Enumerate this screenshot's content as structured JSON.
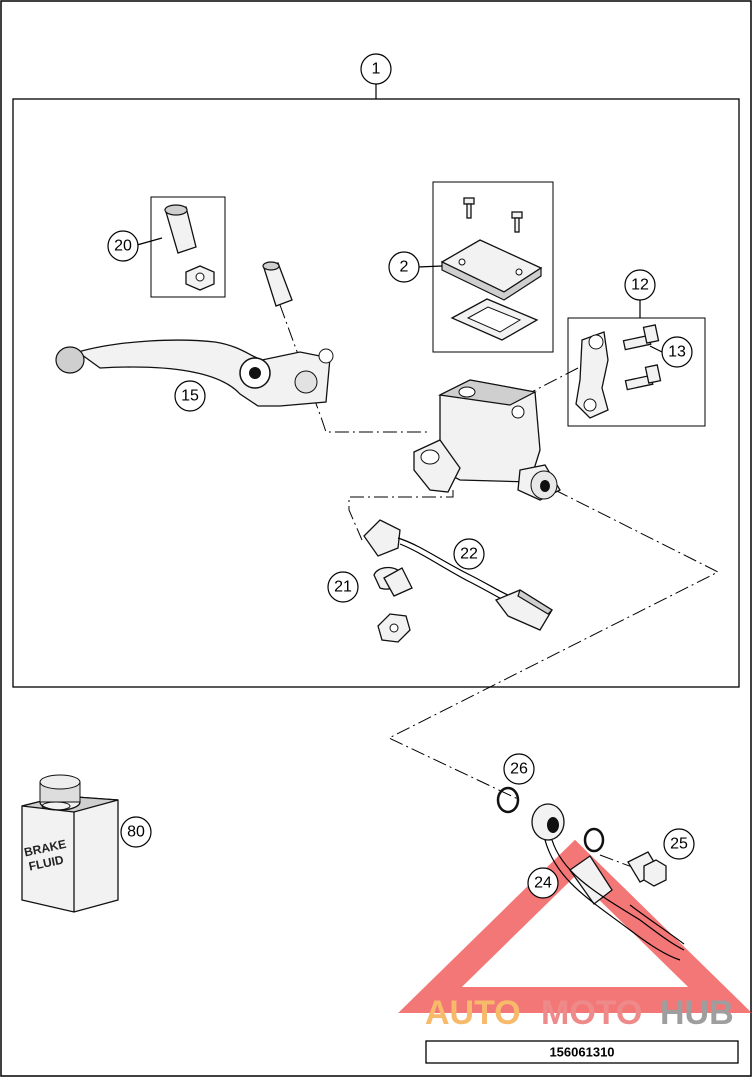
{
  "callouts": {
    "c1": "1",
    "c2": "2",
    "c12": "12",
    "c13": "13",
    "c15": "15",
    "c20": "20",
    "c21": "21",
    "c22": "22",
    "c24": "24",
    "c25": "25",
    "c26": "26",
    "c80": "80"
  },
  "bottle": {
    "line1": "BRAKE",
    "line2": "FLUID"
  },
  "watermark": {
    "part_a": "AUTO",
    "part_b": "MOTO",
    "part_c": "HUB",
    "colors": {
      "auto": "#f7b96a",
      "moto": "#ee8a8a",
      "hub": "#9e9e9e",
      "triangle": "#f04a4a"
    }
  },
  "part_number": "156061310"
}
